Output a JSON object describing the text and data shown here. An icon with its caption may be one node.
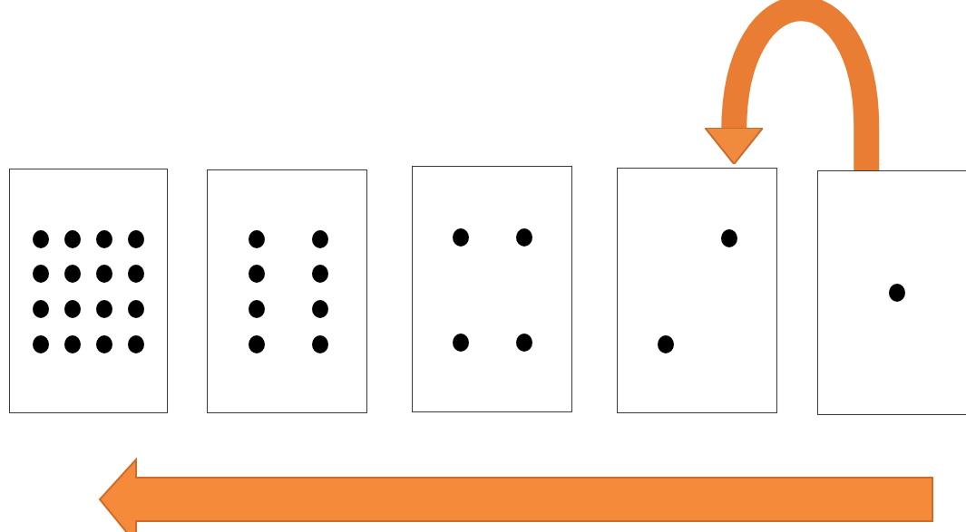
{
  "diagram": {
    "nodes": [
      {
        "text": [],
        "shape": "box"
      },
      {
        "text": [],
        "shape": "box"
      },
      {
        "text": [],
        "shape": "box"
      },
      {
        "text": [],
        "shape": "box"
      },
      {
        "text": [],
        "shape": "box"
      }
    ],
    "edges": [
      {
        "from": 4,
        "to": 3,
        "arrow": "to"
      }
    ]
  }
}
